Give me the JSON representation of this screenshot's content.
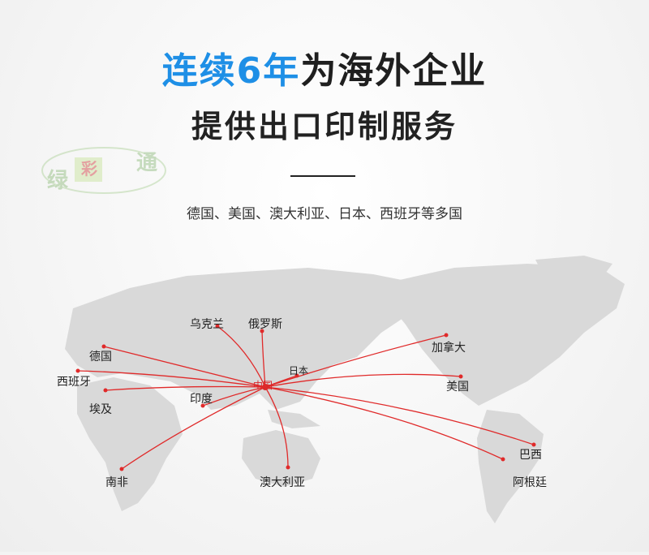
{
  "header": {
    "title_line1_accent": "连续6年",
    "title_line1_rest": "为海外企业",
    "title_line2": "提供出口印制服务",
    "subtitle": "德国、美国、澳大利亚、日本、西班牙等多国"
  },
  "watermark": {
    "chars": [
      "绿",
      "彩",
      "通"
    ]
  },
  "map": {
    "origin": "中国",
    "destinations": [
      "乌克兰",
      "俄罗斯",
      "日本",
      "加拿大",
      "美国",
      "德国",
      "西班牙",
      "埃及",
      "印度",
      "巴西",
      "阿根廷",
      "南非",
      "澳大利亚"
    ]
  },
  "colors": {
    "accent": "#1e8fe6",
    "route": "#e02a2a",
    "map_land": "#d9d9d9"
  }
}
